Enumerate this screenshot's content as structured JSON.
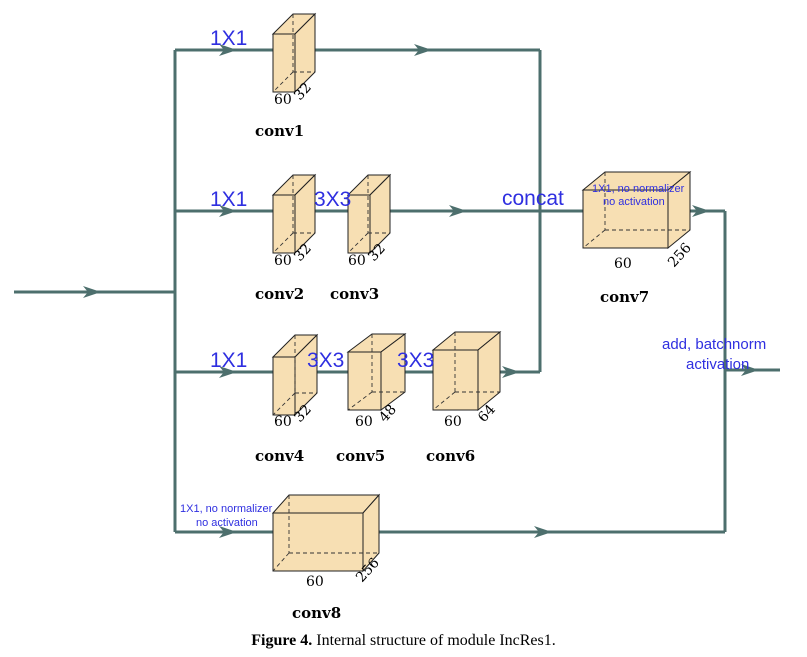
{
  "caption": {
    "prefix": "Figure 4.",
    "text": " Internal structure of module IncRes1."
  },
  "colors": {
    "line": "#4d6f6d",
    "box_fill": "#f7dfb3",
    "box_stroke": "#222222",
    "label_blue": "#2f2fe0"
  },
  "blocks": [
    {
      "id": "conv1",
      "name": "conv1",
      "dim_a": "60",
      "dim_b": "32"
    },
    {
      "id": "conv2",
      "name": "conv2",
      "dim_a": "60",
      "dim_b": "32"
    },
    {
      "id": "conv3",
      "name": "conv3",
      "dim_a": "60",
      "dim_b": "32"
    },
    {
      "id": "conv4",
      "name": "conv4",
      "dim_a": "60",
      "dim_b": "32"
    },
    {
      "id": "conv5",
      "name": "conv5",
      "dim_a": "60",
      "dim_b": "48"
    },
    {
      "id": "conv6",
      "name": "conv6",
      "dim_a": "60",
      "dim_b": "64"
    },
    {
      "id": "conv7",
      "name": "conv7",
      "dim_a": "60",
      "dim_b": "256"
    },
    {
      "id": "conv8",
      "name": "conv8",
      "dim_a": "60",
      "dim_b": "256"
    }
  ],
  "labels": {
    "k1": "1X1",
    "k2": "1X1",
    "k3": "3X3",
    "k4": "1X1",
    "k5": "3X3",
    "k6": "3X3",
    "concat": "concat",
    "conv7_note_1": "1X1, no normalizer",
    "conv7_note_2": "no activation",
    "conv8_note_1": "1X1, no normalizer",
    "conv8_note_2": "no activation",
    "add_1": "add, batchnorm",
    "add_2": "activation"
  }
}
